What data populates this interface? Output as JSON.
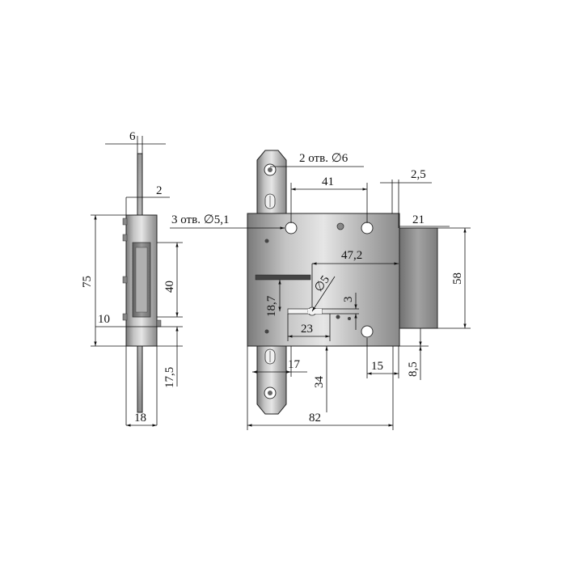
{
  "labels": {
    "d6": "6",
    "d2": "2",
    "d75": "75",
    "d40": "40",
    "d10": "10",
    "d17_5": "17,5",
    "d18": "18",
    "holes_top": "2 отв. ∅6",
    "d41": "41",
    "d2_5": "2,5",
    "holes_mid": "3 отв. ∅5,1",
    "d21": "21",
    "d47_2": "47,2",
    "d58": "58",
    "d_phi5": "∅5",
    "d3": "3",
    "d18_7": "18,7",
    "d23": "23",
    "d17": "17",
    "d34": "34",
    "d15": "15",
    "d8_5": "8,5",
    "d82": "82"
  },
  "colors": {
    "metal_light": "#d9d9d9",
    "metal_mid": "#a6a6a6",
    "metal_dark": "#6f6f6f",
    "bolt": "#8c8c8c",
    "line": "#111111"
  }
}
